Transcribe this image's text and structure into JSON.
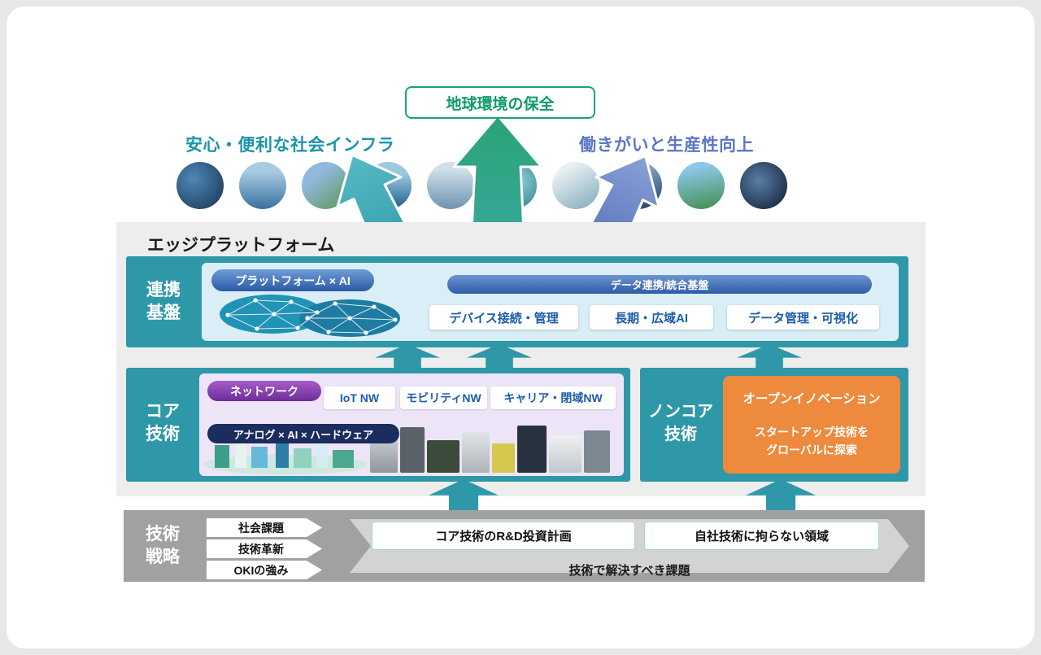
{
  "outcomes": {
    "environment": "地球環境の保全",
    "social_infra": "安心・便利な社会インフラ",
    "productivity": "働きがいと生産性向上"
  },
  "platform": {
    "title": "エッジプラットフォーム",
    "renkei": {
      "label1": "連携",
      "label2": "基盤",
      "platform_ai_pill": "プラットフォーム × AI",
      "data_bar": "データ連携/統合基盤",
      "boxes": [
        "デバイス接続・管理",
        "長期・広域AI",
        "データ管理・可視化"
      ]
    },
    "core": {
      "label1": "コア",
      "label2": "技術",
      "network_pill": "ネットワーク",
      "network_boxes": [
        "IoT NW",
        "モビリティNW",
        "キャリア・閉域NW"
      ],
      "analog_pill": "アナログ × AI × ハードウェア"
    },
    "noncore": {
      "label1": "ノンコア",
      "label2": "技術",
      "title": "オープンイノベーション",
      "line1": "スタートアップ技術を",
      "line2": "グローバルに探索"
    }
  },
  "strategy": {
    "label1": "技術",
    "label2": "戦略",
    "tags": [
      "社会課題",
      "技術革新",
      "OKIの強み"
    ],
    "plan_boxes": [
      "コア技術のR&D投資計画",
      "自社技術に拘らない領域"
    ],
    "bottom_text": "技術で解決すべき課題"
  },
  "colors": {
    "teal": "#2e98a9",
    "panel_blue": "#d9eef6",
    "panel_purple": "#ede4f7",
    "pill_blue": "#2d5da8",
    "pill_purple": "#7b35a5",
    "pill_navy": "#1b2c5e",
    "orange": "#ee8a3d",
    "green_accent": "#0f9a6c",
    "blue_accent": "#5b77c5",
    "gray_band": "#a1a1a1"
  }
}
